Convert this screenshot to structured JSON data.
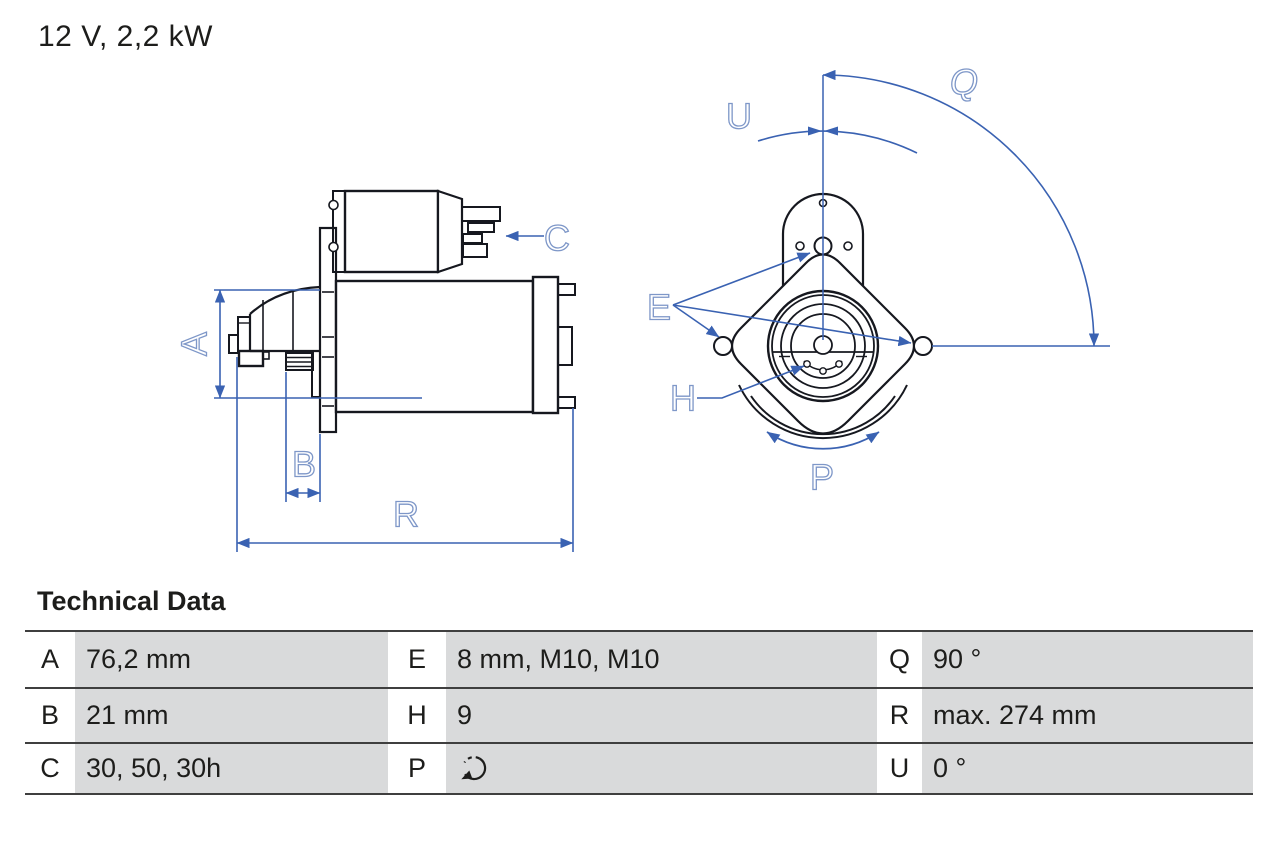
{
  "title": "12 V, 2,2 kW",
  "diagram": {
    "labels": {
      "A": "A",
      "B": "B",
      "C": "C",
      "E": "E",
      "H": "H",
      "P": "P",
      "Q": "Q",
      "R": "R",
      "U": "U"
    },
    "colors": {
      "outline": "#16181f",
      "dimension": "#3a62b2",
      "label": "#7e97c8"
    }
  },
  "technical_data": {
    "heading": "Technical Data",
    "rows": [
      {
        "cells": [
          {
            "key": "A",
            "value": "76,2 mm"
          },
          {
            "key": "E",
            "value": "8 mm, M10, M10"
          },
          {
            "key": "Q",
            "value": "90 °"
          }
        ]
      },
      {
        "cells": [
          {
            "key": "B",
            "value": "21 mm"
          },
          {
            "key": "H",
            "value": "9"
          },
          {
            "key": "R",
            "value": "max. 274 mm"
          }
        ]
      },
      {
        "cells": [
          {
            "key": "C",
            "value": "30, 50, 30h"
          },
          {
            "key": "P",
            "value": "",
            "icon": "rotation-direction-icon"
          },
          {
            "key": "U",
            "value": "0 °"
          }
        ]
      }
    ]
  }
}
